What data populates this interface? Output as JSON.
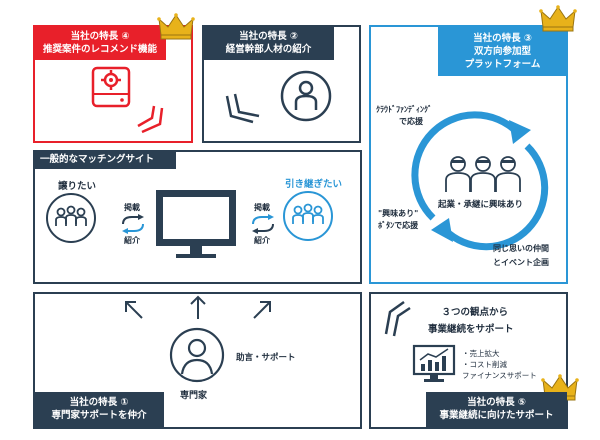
{
  "feature4": {
    "line1": "当社の特長 ④",
    "line2": "推奨案件のレコメンド機能"
  },
  "feature2": {
    "line1": "当社の特長 ②",
    "line2": "経営幹部人材の紹介"
  },
  "feature3": {
    "line1": "当社の特長 ③",
    "line2": "双方向参加型",
    "line3": "プラットフォーム",
    "crowdfunding_line1": "ｸﾗｳﾄﾞﾌｧﾝﾃﾞｨﾝｸﾞ",
    "crowdfunding_line2": "で応援",
    "interest_line1": "\"興味あり\"",
    "interest_line2": "ﾎﾞﾀﾝで応援",
    "center_label": "起業・承継に興味あり",
    "events_line1": "同じ思いの仲間",
    "events_line2": "とイベント企画"
  },
  "general": {
    "title": "一般的なマッチングサイト",
    "sell": "譲りたい",
    "buy": "引き継ぎたい",
    "left_top": "掲載",
    "left_bottom": "紹介",
    "right_top": "掲載",
    "right_bottom": "紹介"
  },
  "feature1": {
    "line1": "当社の特長 ①",
    "line2": "専門家サポートを仲介",
    "expert": "専門家",
    "support": "助言・サポート"
  },
  "feature5": {
    "line1": "当社の特長 ⑤",
    "line2": "事業継続に向けたサポート",
    "heading1": "３つの観点から",
    "heading2": "事業継続をサポート",
    "points": [
      "・売上拡大",
      "・コスト削減",
      "ファイナンスサポート"
    ]
  },
  "colors": {
    "red": "#e8202a",
    "navy": "#2b3f52",
    "blue": "#2a96d6",
    "gold": "#e8b21a"
  }
}
